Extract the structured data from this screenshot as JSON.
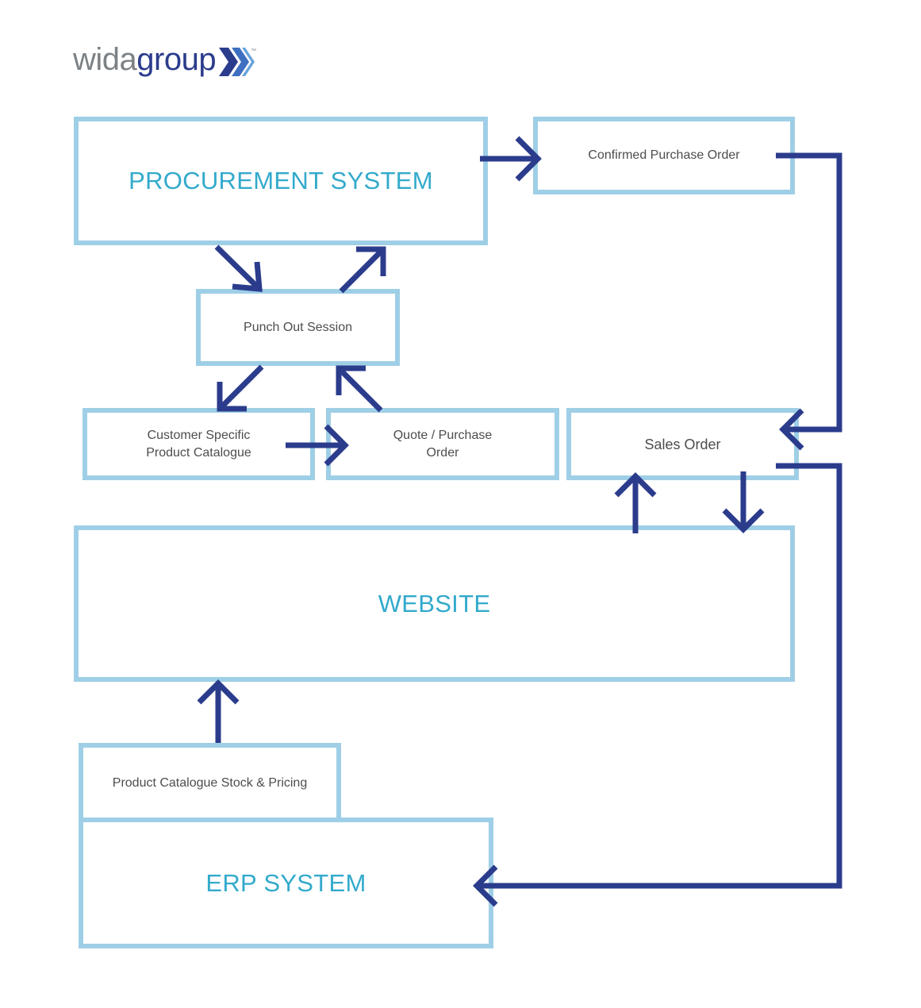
{
  "logo": {
    "text_wida": "wida",
    "text_group": "group",
    "trademark": "™"
  },
  "nodes": {
    "procurement": "PROCUREMENT SYSTEM",
    "confirmed_po": "Confirmed Purchase Order",
    "punch_out": "Punch Out Session",
    "catalogue_line1": "Customer Specific",
    "catalogue_line2": "Product Catalogue",
    "quote_line1": "Quote / Purchase",
    "quote_line2": "Order",
    "sales_order": "Sales Order",
    "website": "WEBSITE",
    "stock_pricing": "Product Catalogue Stock & Pricing",
    "erp": "ERP SYSTEM"
  },
  "colors": {
    "box_border": "#9fcfe6",
    "title_text": "#33aacc",
    "label_text": "#4d4d4d",
    "arrow": "#2b3c8c",
    "logo_grey": "#7c8286",
    "logo_navy": "#2b3c8c"
  }
}
